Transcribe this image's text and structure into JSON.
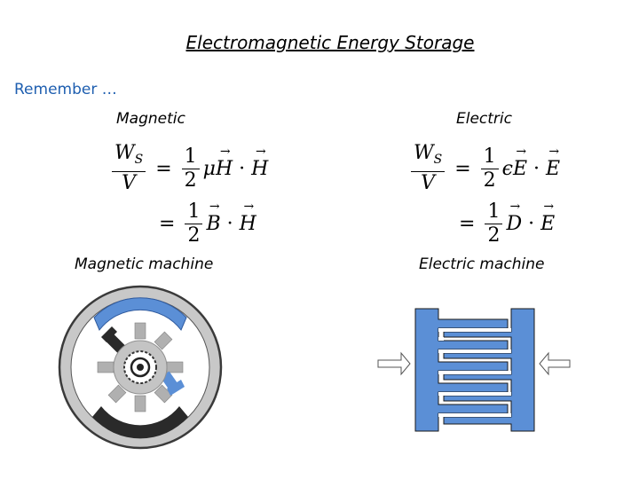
{
  "title": "Electromagnetic Energy Storage",
  "remember": "Remember …",
  "magnetic": {
    "label": "Magnetic",
    "machine_label": "Magnetic machine",
    "eq1": {
      "lhs_num": "W",
      "lhs_sub": "S",
      "lhs_den": "V",
      "eq": "=",
      "frac_num": "1",
      "frac_den": "2",
      "mu": "μ",
      "v1": "H",
      "dot": "·",
      "v2": "H"
    },
    "eq2": {
      "eq": "=",
      "frac_num": "1",
      "frac_den": "2",
      "v1": "B",
      "dot": "·",
      "v2": "H"
    }
  },
  "electric": {
    "label": "Electric",
    "machine_label": "Electric machine",
    "eq1": {
      "lhs_num": "W",
      "lhs_sub": "S",
      "lhs_den": "V",
      "eq": "=",
      "frac_num": "1",
      "frac_den": "2",
      "eps": "ϵ",
      "v1": "E",
      "dot": "·",
      "v2": "E"
    },
    "eq2": {
      "eq": "=",
      "frac_num": "1",
      "frac_den": "2",
      "v1": "D",
      "dot": "·",
      "v2": "E"
    }
  },
  "colors": {
    "accent_blue": "#5b8fd6",
    "dark": "#2a2a2a",
    "gray": "#b0b0b0",
    "remember_text": "#1f5fb0"
  }
}
